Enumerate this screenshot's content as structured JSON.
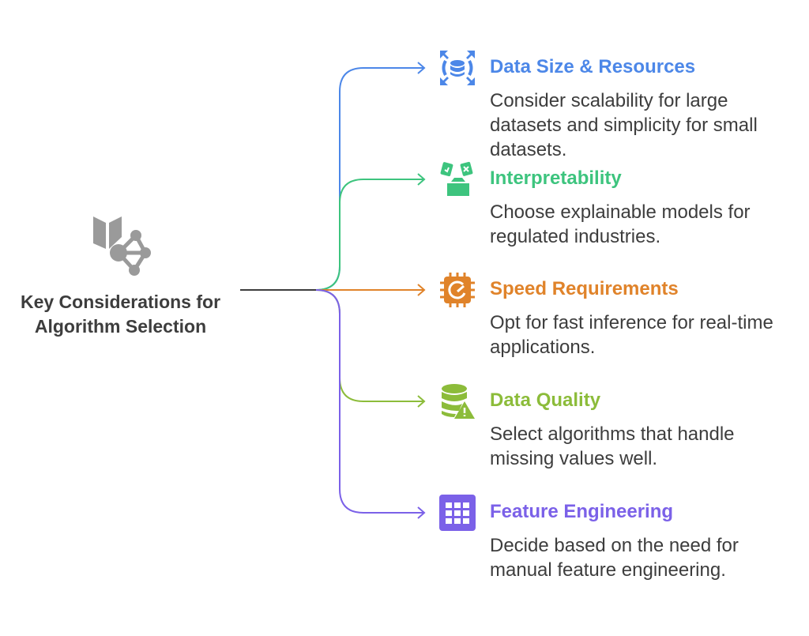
{
  "root": {
    "title": "Key Considerations for Algorithm Selection",
    "icon": "book-network-icon"
  },
  "items": [
    {
      "title": "Data Size & Resources",
      "desc": "Consider scalability for large datasets and simplicity for small datasets.",
      "color": "#4C87E8",
      "icon": "database-expand-icon"
    },
    {
      "title": "Interpretability",
      "desc": "Choose explainable models for regulated industries.",
      "color": "#3DC47E",
      "icon": "ballot-box-icon"
    },
    {
      "title": "Speed Requirements",
      "desc": "Opt for fast inference for real-time applications.",
      "color": "#E0832A",
      "icon": "speed-chip-icon"
    },
    {
      "title": "Data Quality",
      "desc": "Select algorithms that handle missing values well.",
      "color": "#8CBC3A",
      "icon": "database-warning-icon"
    },
    {
      "title": "Feature Engineering",
      "desc": "Decide based on the need for manual feature engineering.",
      "color": "#7B61E8",
      "icon": "grid-icon"
    }
  ]
}
